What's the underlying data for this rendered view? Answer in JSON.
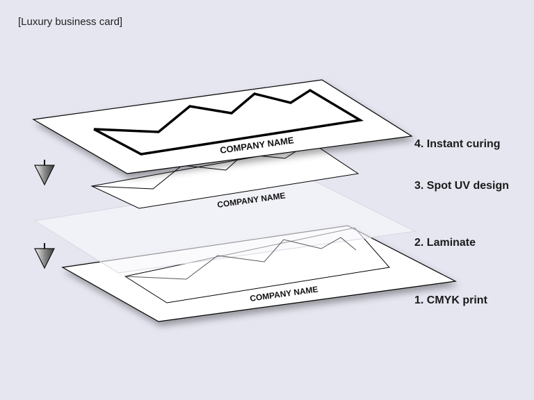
{
  "title": "[Luxury business card]",
  "layers": [
    {
      "label": "1. CMYK print",
      "company_name": "COMPANY NAME"
    },
    {
      "label": "2. Laminate"
    },
    {
      "label": "3. Spot UV design",
      "company_name": "COMPANY NAME"
    },
    {
      "label": "4. Instant curing",
      "company_name": "COMPANY NAME"
    }
  ],
  "arrows": [
    "down-arrow-icon",
    "down-arrow-icon"
  ]
}
